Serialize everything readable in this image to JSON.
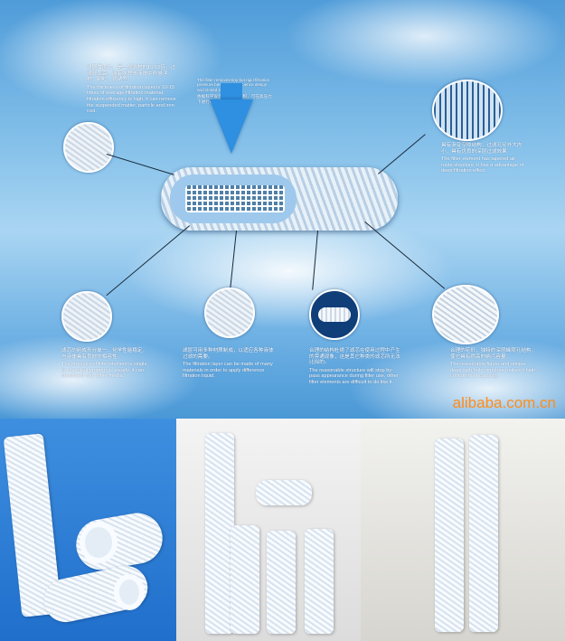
{
  "poster": {
    "top_left": {
      "zh": "滤层厚度大，是一般滤材的10-15倍，过滤效率高，能有效除去液体中的悬浮物、颗粒、铁锈等。",
      "en": "The thickness of filtration layer is 10-15 times of average filtration material, filtration efficiency is high, it can remove the suspended matter, particle and iron rust."
    },
    "top_center": {
      "en": "The filter removes tiny but rigid filtration pressure based on the science design and closed structure",
      "zh": "依据科学设计，重要的结构，可在高压力下进行过滤。"
    },
    "top_right": {
      "zh": "具有渐变空隙结构，过滤孔径外大内小，具有优良的深层过滤效果",
      "en": "The filter element has tapered air route structure, it has a advantage of deep filtration effect."
    },
    "bottom_1": {
      "zh": "滤芯的组成形分单一，化学性能稳定，与液体具有良好的相容性。",
      "en": "The structure of filter element is single, its chemical property is steady, it can consistent with other media."
    },
    "bottom_2": {
      "zh": "滤层可用多种材质制成，以适应各种液体过滤的需要。",
      "en": "The filtration layer can be made of many materials in order to apply difference filtration liquid."
    },
    "bottom_3": {
      "zh": "合理的结构杜绝了滤芯在使用过程中产生的旁通现象，这是其它种类的滤芯所无法比拟的。",
      "en": "The reasonable structure will stop by-pass appearance during filter use, other filter elements are difficult to do like it."
    },
    "bottom_4": {
      "zh": "合理的花形，独特的深层蜂窝孔结构，使它具有很高的纳污容量。",
      "en": "The reasonable figure and unique deep weh hole structure makes it high contaminant capacity."
    },
    "brand": "alibaba.com.cn"
  },
  "colors": {
    "brand": "#ff8c1a",
    "arrow": "#2f8fe0"
  }
}
